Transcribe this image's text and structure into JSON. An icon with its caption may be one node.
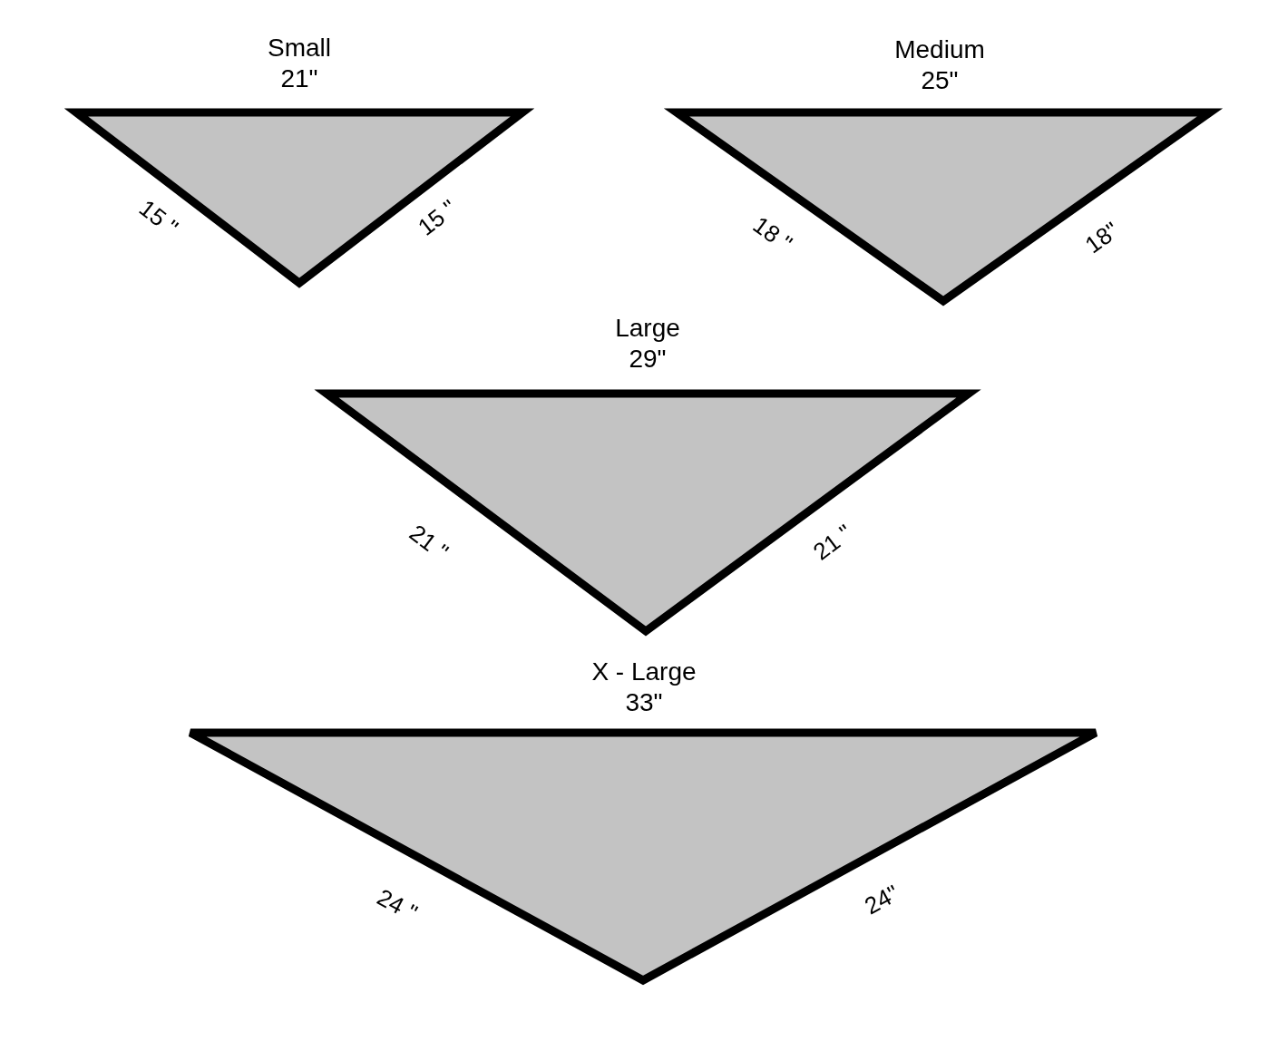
{
  "diagram": {
    "nodes": [
      {
        "text": [
          "Small",
          "21\""
        ],
        "beside": [
          "15 \"",
          "15 \""
        ]
      },
      {
        "text": [
          "Medium",
          "25\""
        ],
        "beside": [
          "18 \"",
          "18\""
        ]
      },
      {
        "text": [
          "Large",
          "29\""
        ],
        "beside": [
          "21 \"",
          "21 \""
        ]
      },
      {
        "text": [
          "X - Large",
          "33\""
        ],
        "beside": [
          "24 \"",
          "24\""
        ]
      }
    ]
  }
}
